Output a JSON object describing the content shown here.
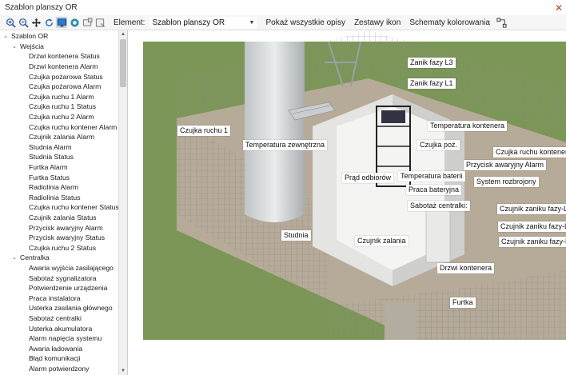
{
  "window": {
    "title": "Szablon planszy OR",
    "close_glyph": "✕"
  },
  "toolbar": {
    "element_label": "Element:",
    "element_value": "Szablon planszy OR",
    "show_all_label": "Pokaż wszystkie opisy",
    "icon_sets_label": "Zestawy ikon",
    "color_schemes_label": "Schematy kolorowania"
  },
  "tree": {
    "root": "Szablon OR",
    "groups": [
      {
        "label": "Wejścia",
        "items": [
          "Drzwi kontenera Status",
          "Drzwi kontenera Alarm",
          "Czujka pożarowa Status",
          "Czujka pożarowa Alarm",
          "Czujka ruchu 1 Alarm",
          "Czujka ruchu 1 Status",
          "Czujka ruchu 2 Alarm",
          "Czujka ruchu kontener Alarm",
          "Czujnik zalania Alarm",
          "Studnia Alarm",
          "Studnia Status",
          "Furtka Alarm",
          "Furtka Status",
          "Radiolinia Alarm",
          "Radiolinia Status",
          "Czujka ruchu kontener Status",
          "Czujnik zalania Status",
          "Przycisk awaryjny Alarm",
          "Przycisk awaryjny Status",
          "Czujka ruchu 2 Status"
        ]
      },
      {
        "label": "Centralka",
        "items": [
          "Awaria wyjścia zasilającego",
          "Sabotaż sygnalizatora",
          "Potwierdzenie urządzenia",
          "Praca instalatora",
          "Usterka zasilania głównego",
          "Sabotaż centralki",
          "Usterka akumulatora",
          "Alarm napięcia systemu",
          "Awaria ładowania",
          "Błąd komunikacji",
          "Alarm potwierdzony"
        ]
      }
    ]
  },
  "scene_labels": [
    "Zanik fazy L3",
    "Zanik fazy L1",
    "Temperatura kontenera",
    "Czujka ruchu 1",
    "Temperatura zewnętrzna",
    "Czujka poż.",
    "Czujka ruchu kontener",
    "Przycisk awaryjny Alarm",
    "Prąd odbiorów",
    "Temperatura baterii",
    "System rozbrojony",
    "Praca bateryjna",
    "Sabotaż centralki:",
    "Czujnik zaniku fazy-L",
    "Czujnik zaniku fazy-L",
    "Czujnik zaniku fazy-L",
    "Studnia",
    "Czujnik zalania",
    "Drzwi kontenera",
    "Furtka"
  ],
  "colors": {
    "accent": "#1e6fbf",
    "close": "#c0392b",
    "grass": "#7f9a5a"
  }
}
